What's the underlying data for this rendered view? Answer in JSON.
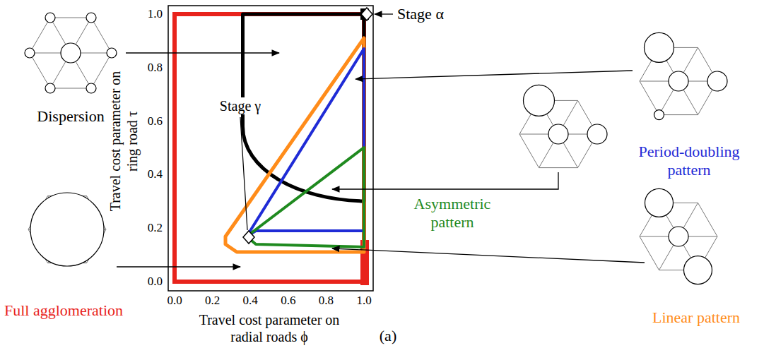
{
  "diagram": {
    "caption": "(a)",
    "labels": [
      "Dispersion",
      "Full agglomeration",
      "Travel cost parameter on ring road τ",
      "1.0",
      "0.8",
      "0.6",
      "0.4",
      "0.2",
      "0.0",
      "0.0",
      "0.2",
      "0.4",
      "0.6",
      "0.8",
      "1.0",
      "Travel cost parameter on radial roads ϕ",
      "Stage α",
      "Stage γ",
      "Period-doubling pattern",
      "Asymmetric pattern",
      "Linear pattern"
    ]
  }
}
